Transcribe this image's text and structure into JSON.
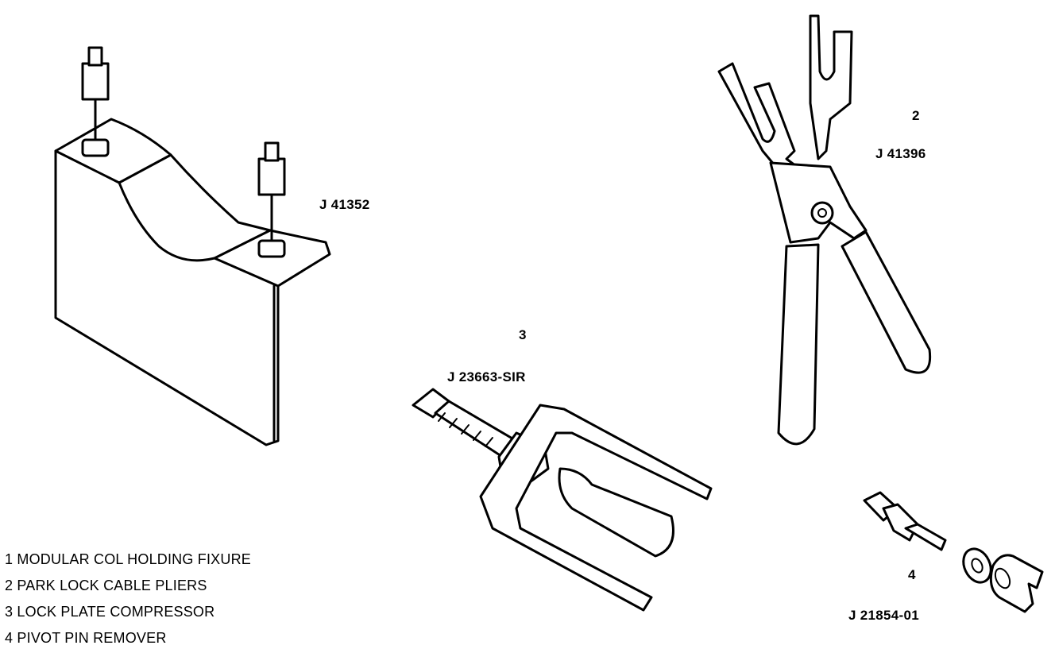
{
  "tools": [
    {
      "num": "",
      "part": "J 41352"
    },
    {
      "num": "2",
      "part": "J 41396"
    },
    {
      "num": "3",
      "part": "J 23663-SIR"
    },
    {
      "num": "4",
      "part": "J 21854-01"
    }
  ],
  "legend": [
    "1 MODULAR COL HOLDING FIXURE",
    "2 PARK LOCK CABLE PLIERS",
    "3 LOCK PLATE COMPRESSOR",
    "4 PIVOT PIN REMOVER"
  ]
}
